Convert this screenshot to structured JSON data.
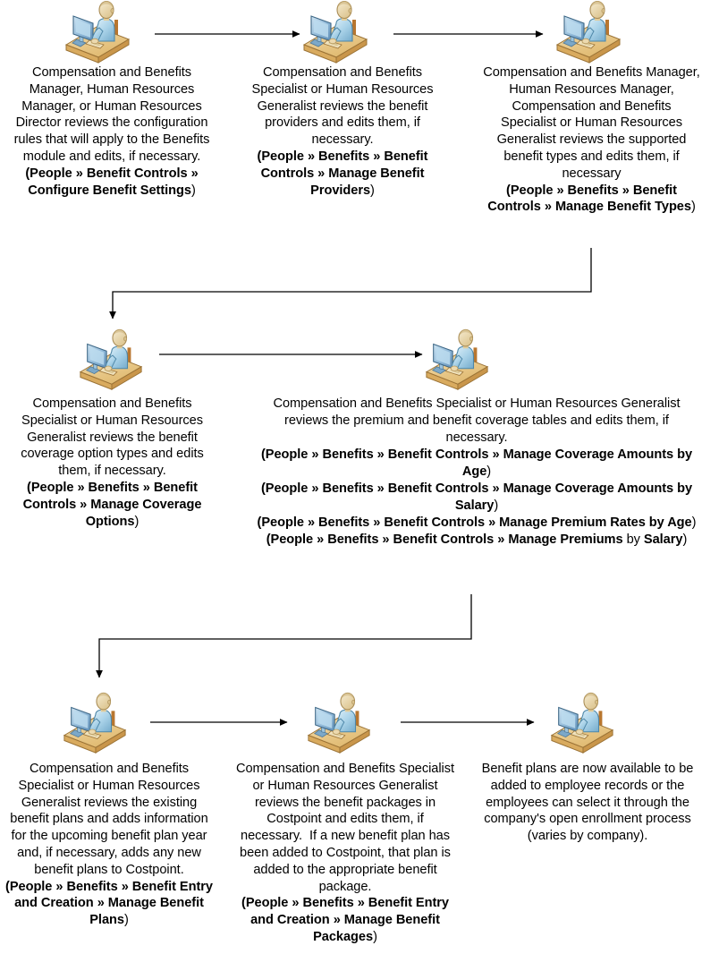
{
  "diagram": {
    "title": "Costpoint Benefits Setup Process Flow",
    "icon_name": "person-at-workstation-icon",
    "separator": "»",
    "colors": {
      "text": "#000000",
      "background": "#ffffff",
      "connector": "#000000",
      "desk": "#e8c88a",
      "desk_edge": "#b4873c",
      "monitor": "#8fb8d8",
      "shirt": "#a9d2e8",
      "head": "#ecd9ae",
      "chair": "#c08040"
    }
  },
  "nodes": [
    {
      "id": "node-1",
      "body": "Compensation and Benefits Manager, Human Resources Manager, or Human Resources Director reviews the configuration rules that will apply to the Benefits module and edits, if necessary.",
      "paths": [
        {
          "open": "(",
          "crumbs": [
            "People",
            "Benefit Controls",
            "Configure Benefit Settings"
          ],
          "close": ")"
        }
      ]
    },
    {
      "id": "node-2",
      "body": "Compensation and Benefits Specialist or Human Resources Generalist reviews the benefit providers and edits them, if necessary.",
      "paths": [
        {
          "open": "(",
          "crumbs": [
            "People",
            "Benefits",
            "Benefit Controls",
            "Manage Benefit Providers"
          ],
          "close": ")"
        }
      ]
    },
    {
      "id": "node-3",
      "body": "Compensation and Benefits Manager, Human Resources Manager, Compensation and Benefits Specialist or Human Resources Generalist reviews the supported benefit types and edits them, if necessary",
      "paths": [
        {
          "open": "(",
          "crumbs": [
            "People",
            "Benefits",
            "Benefit Controls",
            "Manage Benefit Types"
          ],
          "close": ")"
        }
      ]
    },
    {
      "id": "node-4",
      "body": "Compensation and Benefits Specialist or Human Resources Generalist reviews the benefit coverage option types and edits them, if necessary.",
      "paths": [
        {
          "open": "(",
          "crumbs": [
            "People",
            "Benefits",
            "Benefit Controls",
            "Manage Coverage Options"
          ],
          "close": ")"
        }
      ]
    },
    {
      "id": "node-5",
      "body": "Compensation and Benefits Specialist or Human Resources Generalist reviews the premium and benefit coverage tables and edits them, if necessary.",
      "paths": [
        {
          "open": "(",
          "crumbs": [
            "People",
            "Benefits",
            "Benefit Controls",
            "Manage Coverage Amounts by Age"
          ],
          "close": ")"
        },
        {
          "open": "(",
          "crumbs": [
            "People",
            "Benefits",
            "Benefit Controls",
            "Manage Coverage Amounts by Salary"
          ],
          "close": ")"
        },
        {
          "open": "(",
          "crumbs": [
            "People",
            "Benefits",
            "Benefit Controls",
            "Manage Premium Rates by Age"
          ],
          "close": ")"
        },
        {
          "open": "(",
          "crumbs": [
            "People",
            "Benefits",
            "Benefit Controls",
            "Manage Premiums"
          ],
          "suffix": " by Salary",
          "close": ")"
        }
      ]
    },
    {
      "id": "node-6",
      "body": "Compensation and Benefits Specialist or Human Resources Generalist reviews the existing benefit plans and adds information for the upcoming benefit plan year and, if necessary, adds any new benefit plans to Costpoint.",
      "paths": [
        {
          "open": "(",
          "crumbs": [
            "People",
            "Benefits",
            "Benefit Entry and Creation",
            "Manage Benefit Plans"
          ],
          "close": ")"
        }
      ]
    },
    {
      "id": "node-7",
      "body": "Compensation and Benefits Specialist or Human Resources Generalist reviews the benefit packages in Costpoint and edits them, if necessary.  If a new benefit plan has been added to Costpoint, that plan is added to the appropriate benefit package.",
      "paths": [
        {
          "open": "(",
          "crumbs": [
            "People",
            "Benefits",
            "Benefit Entry and Creation",
            "Manage Benefit Packages"
          ],
          "close": ")"
        }
      ]
    },
    {
      "id": "node-8",
      "body": "Benefit plans are now available to be added to employee records or the employees can select it through the company's open enrollment process (varies by company).",
      "paths": []
    }
  ],
  "connectors": [
    {
      "name": "arrow-node1-to-node2",
      "type": "straight-right"
    },
    {
      "name": "arrow-node2-to-node3",
      "type": "straight-right"
    },
    {
      "name": "elbow-node3-to-node4",
      "type": "elbow-down-left-down"
    },
    {
      "name": "arrow-node4-to-node5",
      "type": "straight-right"
    },
    {
      "name": "elbow-node5-to-node6",
      "type": "elbow-down-left-down"
    },
    {
      "name": "arrow-node6-to-node7",
      "type": "straight-right"
    },
    {
      "name": "arrow-node7-to-node8",
      "type": "straight-right"
    }
  ]
}
